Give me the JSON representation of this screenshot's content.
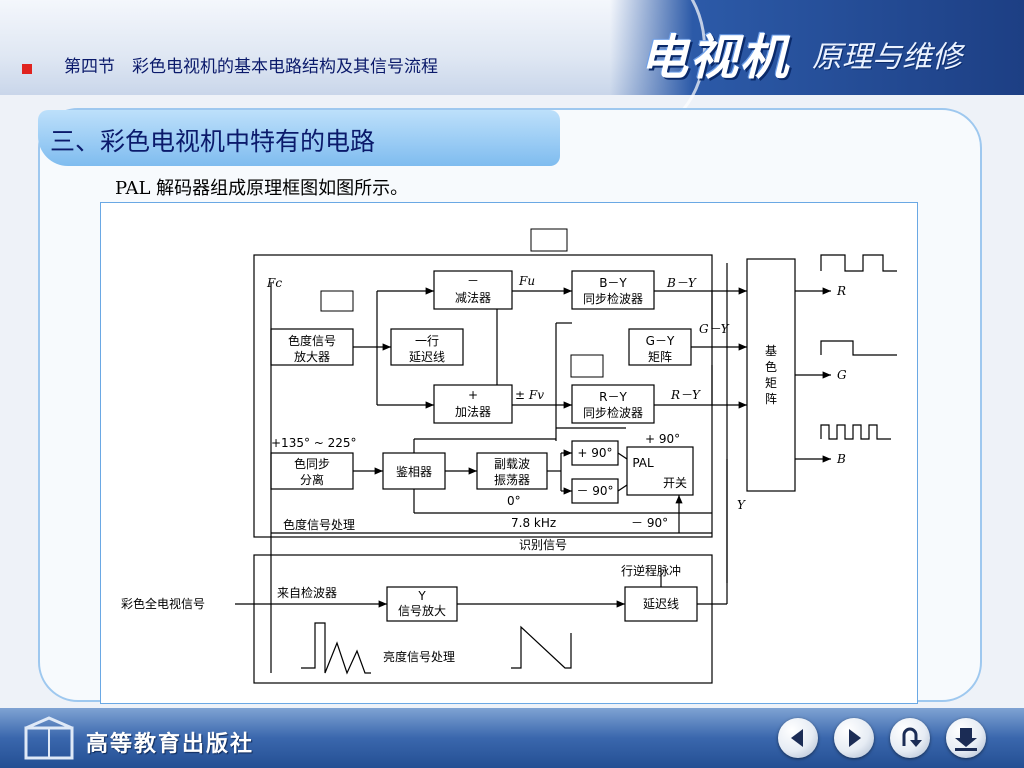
{
  "header": {
    "section_title": "第四节　彩色电视机的基本电路结构及其信号流程",
    "brand_main": "电视机",
    "brand_sub": "原理与维修"
  },
  "content": {
    "subheading": "三、彩色电视机中特有的电路",
    "caption": "PAL 解码器组成原理框图如图所示。"
  },
  "diagram": {
    "blocks": {
      "chroma_amp": "色度信号\n放大器",
      "delay_line": "一行\n延迟线",
      "subtractor_sign": "－",
      "subtractor": "减法器",
      "adder_sign": "+",
      "adder": "加法器",
      "by_detector": "B－Y\n同步检波器",
      "gy_matrix": "G－Y\n矩阵",
      "ry_detector": "R－Y\n同步检波器",
      "burst_sep": "色同步\n分离",
      "phase_det": "鉴相器",
      "subcarrier_osc": "副载波\n振荡器",
      "plus90": "+ 90°",
      "minus90": "－ 90°",
      "pal_switch": "PAL\n开关",
      "base_matrix": "基\n色\n矩\n阵",
      "y_amp": "Y\n信号放大",
      "y_delay": "延迟线"
    },
    "labels": {
      "fc": "Fc",
      "fu": "Fu",
      "fv": "± Fv",
      "by": "B－Y",
      "gy": "G－Y",
      "ry": "R－Y",
      "phase": "+135° ~ 225°",
      "plus90_out": "+ 90°",
      "zero": "0°",
      "minus90_out": "－ 90°",
      "freq": "7.8 kHz",
      "chroma_proc": "色度信号处理",
      "ident": "识别信号",
      "flyback": "行逆程脉冲",
      "from_detector": "来自检波器",
      "composite": "彩色全电视信号",
      "luma_proc": "亮度信号处理",
      "y": "Y",
      "r": "R",
      "g": "G",
      "b": "B"
    }
  },
  "footer": {
    "publisher": "高等教育出版社",
    "nav": [
      "prev",
      "next",
      "return",
      "home"
    ]
  }
}
